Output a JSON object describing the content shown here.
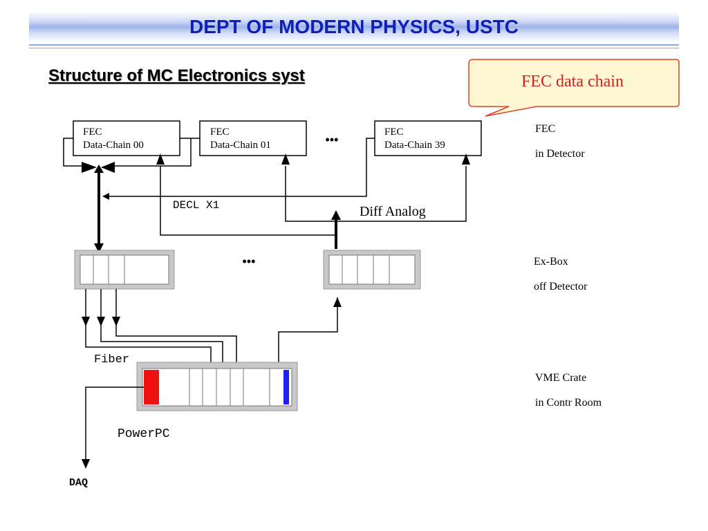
{
  "header": {
    "title": "DEPT OF MODERN PHYSICS, USTC"
  },
  "slide": {
    "title": "Structure of MC Electronics syst"
  },
  "callout": {
    "text": "FEC data chain",
    "fill": "#fff6d4",
    "border": "#e04020",
    "text_color": "#d0201a"
  },
  "fec_boxes": [
    {
      "line1": "FEC",
      "line2": "Data-Chain 00"
    },
    {
      "line1": "FEC",
      "line2": "Data-Chain 01"
    },
    {
      "line1": "FEC",
      "line2": "Data-Chain 39"
    }
  ],
  "ellipsis": "•••",
  "labels": {
    "decl": "DECL X1",
    "diff_analog": "Diff Analog",
    "fiber": "Fiber",
    "powerpc": "PowerPC",
    "daq": "DAQ"
  },
  "side_labels": [
    {
      "line1": "FEC",
      "line2": "in Detector"
    },
    {
      "line1": "Ex-Box",
      "line2": "off Detector"
    },
    {
      "line1": "VME Crate",
      "line2": "in Contr Room"
    }
  ],
  "colors": {
    "header_text": "#0f1fb8",
    "powerpc_slot": "#ee1111",
    "vme_slot_blue": "#2020ee",
    "box_gray": "#c8c8c8"
  }
}
